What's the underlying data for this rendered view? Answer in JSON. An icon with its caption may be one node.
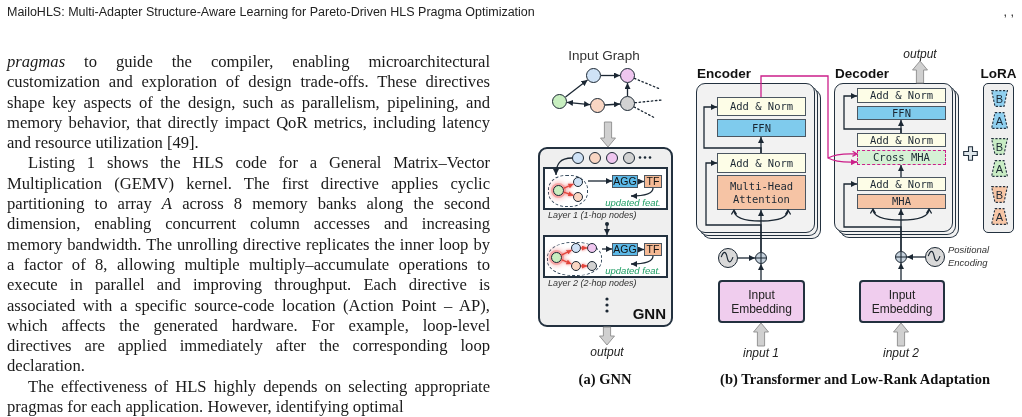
{
  "diagram": {
    "nodes": [
      {
        "text": [
          "Input Graph"
        ]
      },
      {
        "text": [],
        "shape": "circle",
        "in": 0
      },
      {
        "text": [],
        "shape": "circle",
        "in": 0
      },
      {
        "text": [],
        "shape": "circle",
        "in": 0
      },
      {
        "text": [],
        "shape": "circle",
        "in": 0
      },
      {
        "text": [],
        "shape": "circle",
        "in": 0
      },
      {
        "text": [
          "GNN"
        ]
      },
      {
        "text": [],
        "shape": "circle",
        "in": 6
      },
      {
        "text": [],
        "shape": "circle",
        "in": 6
      },
      {
        "text": [],
        "shape": "circle",
        "in": 6
      },
      {
        "text": [],
        "shape": "circle",
        "in": 6
      },
      {
        "text": [
          "Layer 1 (1-hop nodes)"
        ],
        "in": 6
      },
      {
        "text": [],
        "shape": "blob",
        "in": 11
      },
      {
        "text": [],
        "shape": "circle",
        "in": 12
      },
      {
        "text": [],
        "shape": "circle",
        "in": 12
      },
      {
        "text": [],
        "shape": "circle",
        "in": 12
      },
      {
        "text": [
          "AGG"
        ],
        "in": 11
      },
      {
        "text": [
          "TF"
        ],
        "in": 11
      },
      {
        "text": [
          "updated feat."
        ],
        "in": 11
      },
      {
        "text": [
          "Layer 2 (2-hop nodes)"
        ],
        "in": 6
      },
      {
        "text": [],
        "shape": "blob",
        "in": 19
      },
      {
        "text": [],
        "shape": "circle",
        "in": 20
      },
      {
        "text": [],
        "shape": "circle",
        "in": 20
      },
      {
        "text": [],
        "shape": "circle",
        "in": 20
      },
      {
        "text": [],
        "shape": "circle",
        "in": 20
      },
      {
        "text": [],
        "shape": "circle",
        "in": 20
      },
      {
        "text": [
          "AGG"
        ],
        "in": 19
      },
      {
        "text": [
          "TF"
        ],
        "in": 19
      },
      {
        "text": [
          "updated feat."
        ],
        "in": 19
      },
      {
        "text": [
          "output"
        ]
      },
      {
        "text": [
          "Encoder"
        ]
      },
      {
        "text": [
          "Add & Norm"
        ],
        "in": 30
      },
      {
        "text": [
          "FFN"
        ],
        "in": 30
      },
      {
        "text": [
          "Add & Norm"
        ],
        "in": 30
      },
      {
        "text": [
          "Multi-Head Attention"
        ],
        "in": 30
      },
      {
        "text": [],
        "shape": "circle"
      },
      {
        "text": [],
        "shape": "circle"
      },
      {
        "text": [
          "Input Embedding"
        ]
      },
      {
        "text": [
          "input 1"
        ]
      },
      {
        "text": [
          "output"
        ]
      },
      {
        "text": [
          "Decoder"
        ]
      },
      {
        "text": [
          "Add & Norm"
        ],
        "in": 40
      },
      {
        "text": [
          "FFN"
        ],
        "in": 40
      },
      {
        "text": [
          "Add & Norm"
        ],
        "in": 40
      },
      {
        "text": [
          "Cross MHA"
        ],
        "in": 40
      },
      {
        "text": [
          "Add & Norm"
        ],
        "in": 40
      },
      {
        "text": [
          "MHA"
        ],
        "in": 40
      },
      {
        "text": [],
        "shape": "circle"
      },
      {
        "text": [],
        "shape": "circle",
        "beside": [
          "Positional Encoding"
        ]
      },
      {
        "text": [
          "Input Embedding"
        ]
      },
      {
        "text": [
          "input 2"
        ]
      },
      {
        "text": [
          "LoRA"
        ]
      },
      {
        "text": [
          "B"
        ],
        "in": 51
      },
      {
        "text": [
          "A"
        ],
        "in": 51
      },
      {
        "text": [
          "B"
        ],
        "in": 51
      },
      {
        "text": [
          "A"
        ],
        "in": 51
      },
      {
        "text": [
          "B"
        ],
        "in": 51
      },
      {
        "text": [
          "A"
        ],
        "in": 51
      }
    ],
    "edges": [
      {
        "from": 1,
        "to": 2,
        "arrow": "to"
      },
      {
        "from": 1,
        "to": 3,
        "arrow": "both"
      },
      {
        "from": 2,
        "to": 4,
        "arrow": "to"
      },
      {
        "from": 3,
        "to": 5,
        "arrow": "to"
      },
      {
        "from": 5,
        "to": 4,
        "arrow": "to"
      },
      {
        "from": 4,
        "to": null,
        "arrow": "none",
        "style": "dashed"
      },
      {
        "from": 5,
        "to": null,
        "arrow": "none",
        "style": "dashed"
      },
      {
        "from": 5,
        "to": null,
        "arrow": "none",
        "style": "dashed"
      },
      {
        "from": 0,
        "to": 6,
        "arrow": "to",
        "style": "thick",
        "color": "#d0d0d0"
      },
      {
        "from": 7,
        "to": 12,
        "arrow": "to"
      },
      {
        "from": 13,
        "to": 14,
        "arrow": "to",
        "color": "#e2463c"
      },
      {
        "from": 13,
        "to": 15,
        "arrow": "to",
        "color": "#e2463c"
      },
      {
        "from": 12,
        "to": 16,
        "arrow": "to"
      },
      {
        "from": 16,
        "to": 17,
        "arrow": "to"
      },
      {
        "from": 17,
        "to": 18,
        "arrow": "to"
      },
      {
        "from": 11,
        "to": 19,
        "arrow": "to"
      },
      {
        "from": 21,
        "to": 22,
        "arrow": "to",
        "color": "#e2463c"
      },
      {
        "from": 21,
        "to": 23,
        "arrow": "to",
        "color": "#e2463c"
      },
      {
        "from": 22,
        "to": 24,
        "arrow": "to",
        "color": "#e2463c"
      },
      {
        "from": 23,
        "to": 25,
        "arrow": "to",
        "color": "#e2463c"
      },
      {
        "from": 20,
        "to": 26,
        "arrow": "to"
      },
      {
        "from": 26,
        "to": 27,
        "arrow": "to"
      },
      {
        "from": 27,
        "to": 28,
        "arrow": "to"
      },
      {
        "from": 6,
        "to": 29,
        "arrow": "to",
        "style": "thick",
        "color": "#d0d0d0"
      },
      {
        "from": 38,
        "to": 37,
        "arrow": "to",
        "style": "thick",
        "color": "#d0d0d0"
      },
      {
        "from": 37,
        "to": 36,
        "arrow": "to"
      },
      {
        "from": 35,
        "to": 36,
        "arrow": "to"
      },
      {
        "from": 36,
        "to": 34,
        "arrow": "to"
      },
      {
        "from": 36,
        "to": 33,
        "arrow": "to"
      },
      {
        "from": 33,
        "to": 32,
        "arrow": "to"
      },
      {
        "from": 33,
        "to": 31,
        "arrow": "to"
      },
      {
        "from": 31,
        "to": 44,
        "arrow": "to",
        "color": "#cc1f8a"
      },
      {
        "from": 50,
        "to": 49,
        "arrow": "to",
        "style": "thick",
        "color": "#d0d0d0"
      },
      {
        "from": 49,
        "to": 47,
        "arrow": "to"
      },
      {
        "from": 48,
        "to": 47,
        "arrow": "to"
      },
      {
        "from": 47,
        "to": 46,
        "arrow": "to"
      },
      {
        "from": 47,
        "to": 45,
        "arrow": "to"
      },
      {
        "from": 45,
        "to": 44,
        "arrow": "to"
      },
      {
        "from": 43,
        "to": 42,
        "arrow": "to"
      },
      {
        "from": 43,
        "to": 41,
        "arrow": "to"
      },
      {
        "from": 40,
        "to": 39,
        "arrow": "to",
        "style": "thick",
        "color": "#d0d0d0"
      }
    ],
    "labels": [
      "MailoHLS: Multi-Adapter Structure-Aware Learning for Pareto-Driven HLS Pragma Optimization",
      ", ,",
      "*pragmas* to guide the compiler, enabling microarchitectural customization and exploration of design trade-offs. These directives shape key aspects of the design, such as parallelism, pipelining, and memory behavior, that directly impact QoR metrics, including latency and resource utilization [49].",
      "Listing 1 shows the HLS code for a General Matrix–Vector Multiplication (GEMV) kernel. The first directive applies cyclic partitioning to array *A* across 8 memory banks along the second dimension, enabling concurrent column accesses and increasing memory bandwidth. The unrolling directive replicates the inner loop by a factor of 8, allowing multiple multiply–accumulate operations to execute in parallel and improving throughput. Each directive is associated with a specific source-code location (Action Point – AP), which affects the generated hardware. For example, loop-level directives are applied immediately after the corresponding loop declaration.",
      "The effectiveness of HLS highly depends on selecting appropriate pragmas for each application. However, identifying optimal",
      "(a) GNN",
      "(b) Transformer and Low-Rank Adaptation"
    ]
  }
}
